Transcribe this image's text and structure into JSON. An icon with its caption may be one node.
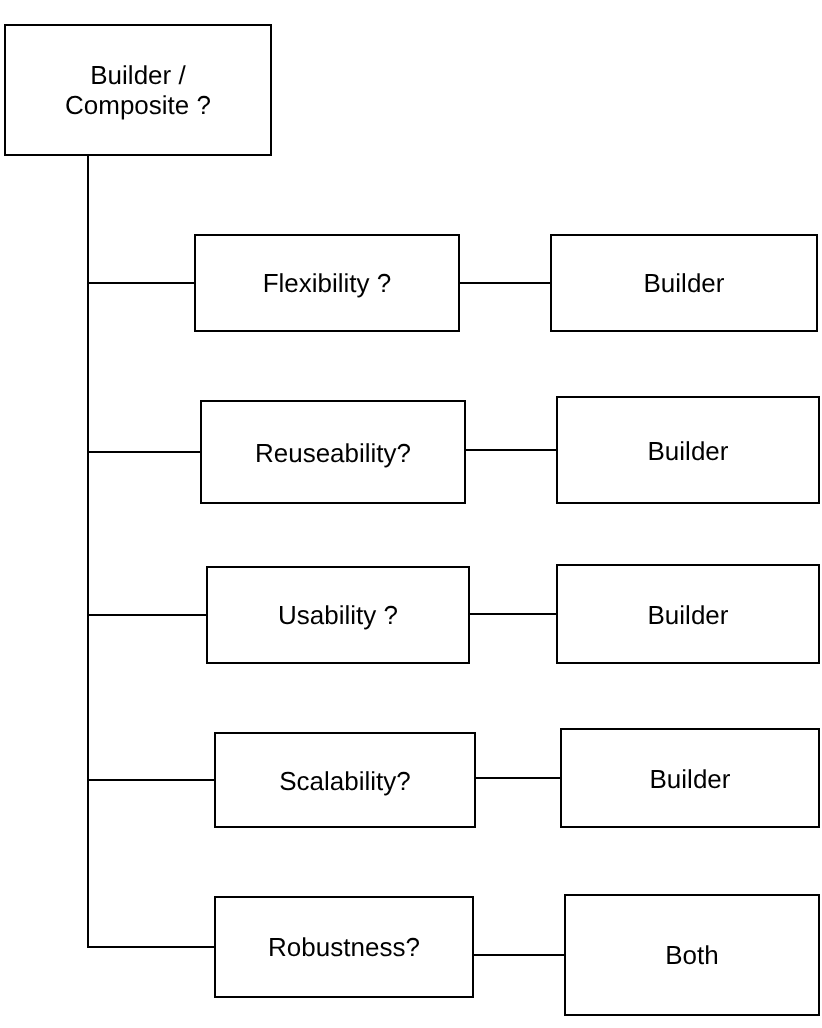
{
  "diagram": {
    "nodes": [
      {
        "text": [
          "Builder / Composite ?"
        ]
      },
      {
        "text": [
          "Flexibility ?"
        ]
      },
      {
        "text": [
          "Builder"
        ]
      },
      {
        "text": [
          "Reuseability?"
        ]
      },
      {
        "text": [
          "Builder"
        ]
      },
      {
        "text": [
          "Usability ?"
        ]
      },
      {
        "text": [
          "Builder"
        ]
      },
      {
        "text": [
          "Scalability?"
        ]
      },
      {
        "text": [
          "Builder"
        ]
      },
      {
        "text": [
          "Robustness?"
        ]
      },
      {
        "text": [
          "Both"
        ]
      }
    ],
    "edges": [
      {
        "from": 0,
        "to": 1,
        "arrow": "none"
      },
      {
        "from": 1,
        "to": 2,
        "arrow": "none"
      },
      {
        "from": 0,
        "to": 3,
        "arrow": "none"
      },
      {
        "from": 3,
        "to": 4,
        "arrow": "none"
      },
      {
        "from": 0,
        "to": 5,
        "arrow": "none"
      },
      {
        "from": 5,
        "to": 6,
        "arrow": "none"
      },
      {
        "from": 0,
        "to": 7,
        "arrow": "none"
      },
      {
        "from": 7,
        "to": 8,
        "arrow": "none"
      },
      {
        "from": 0,
        "to": 9,
        "arrow": "none"
      },
      {
        "from": 9,
        "to": 10,
        "arrow": "none"
      }
    ]
  }
}
